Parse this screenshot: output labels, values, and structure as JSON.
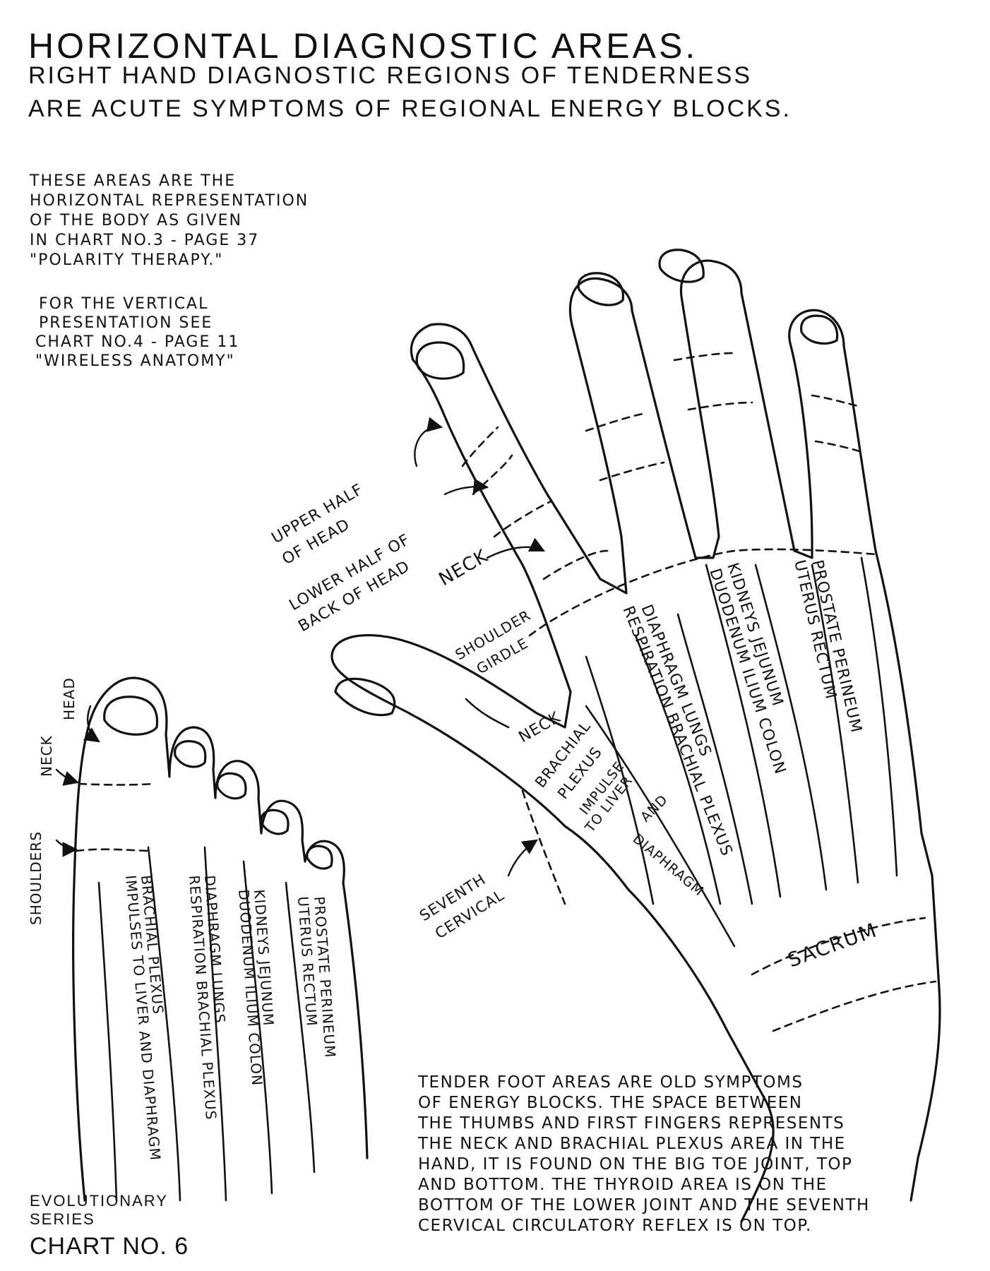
{
  "title": {
    "line1": "HORIZONTAL DIAGNOSTIC AREAS.",
    "line2": "RIGHT HAND DIAGNOSTIC REGIONS OF TENDERNESS",
    "line3": "ARE ACUTE SYMPTOMS OF REGIONAL ENERGY BLOCKS."
  },
  "note_horizontal": [
    "THESE AREAS ARE THE",
    "HORIZONTAL REPRESENTATION",
    "OF THE BODY AS GIVEN",
    "IN CHART NO.3 - PAGE 37",
    "\"POLARITY THERAPY.\""
  ],
  "note_vertical": [
    "FOR THE VERTICAL",
    "PRESENTATION SEE",
    "CHART NO.4 - PAGE 11",
    "\"WIRELESS ANATOMY\""
  ],
  "hand_labels": {
    "upper_half_of_head": [
      "UPPER HALF",
      "OF HEAD"
    ],
    "lower_half_of_head": [
      "LOWER HALF OF",
      "BACK OF HEAD"
    ],
    "neck_finger": "NECK",
    "shoulder_girdle": [
      "SHOULDER",
      "GIRDLE"
    ],
    "neck_thumb": "NECK",
    "brachial": [
      "BRACHIAL",
      "PLEXUS",
      "IMPULSE",
      "TO LIVER",
      "AND",
      "DIAPHRAGM"
    ],
    "diaphragm": [
      "DIAPHRAGM LUNGS",
      "RESPIRATION BRACHIAL PLEXUS"
    ],
    "kidneys": [
      "KIDNEYS JEJUNUM",
      "DUODENUM ILIUM COLON"
    ],
    "prostate": [
      "PROSTATE PERINEUM",
      "UTERUS RECTUM"
    ],
    "seventh_cervical": [
      "SEVENTH",
      "CERVICAL"
    ],
    "sacrum": "SACRUM"
  },
  "foot_labels": {
    "head": "HEAD",
    "neck": "NECK",
    "shoulders": "SHOULDERS",
    "brachial": [
      "BRACHIAL PLEXUS",
      "IMPULSES TO LIVER AND DIAPHRAGM"
    ],
    "diaphragm": [
      "DIAPHRAGM LUNGS",
      "RESPIRATION BRACHIAL PLEXUS"
    ],
    "kidneys": [
      "KIDNEYS JEJUNUM",
      "DUODENUM ILIUM COLON"
    ],
    "prostate": [
      "PROSTATE PERINEUM",
      "UTERUS RECTUM"
    ]
  },
  "foot_note": [
    "TENDER FOOT AREAS ARE OLD SYMPTOMS",
    "OF ENERGY BLOCKS. THE SPACE BETWEEN",
    "THE THUMBS AND FIRST FINGERS REPRESENTS",
    "THE NECK AND BRACHIAL PLEXUS AREA IN THE",
    "HAND, IT IS FOUND ON THE BIG TOE JOINT, TOP",
    "AND BOTTOM. THE THYROID AREA IS ON THE",
    "BOTTOM OF THE LOWER JOINT AND THE SEVENTH",
    "CERVICAL CIRCULATORY REFLEX IS ON TOP."
  ],
  "chart_id": {
    "series_line1": "EVOLUTIONARY",
    "series_line2": "SERIES",
    "chart_no": "CHART NO. 6"
  }
}
